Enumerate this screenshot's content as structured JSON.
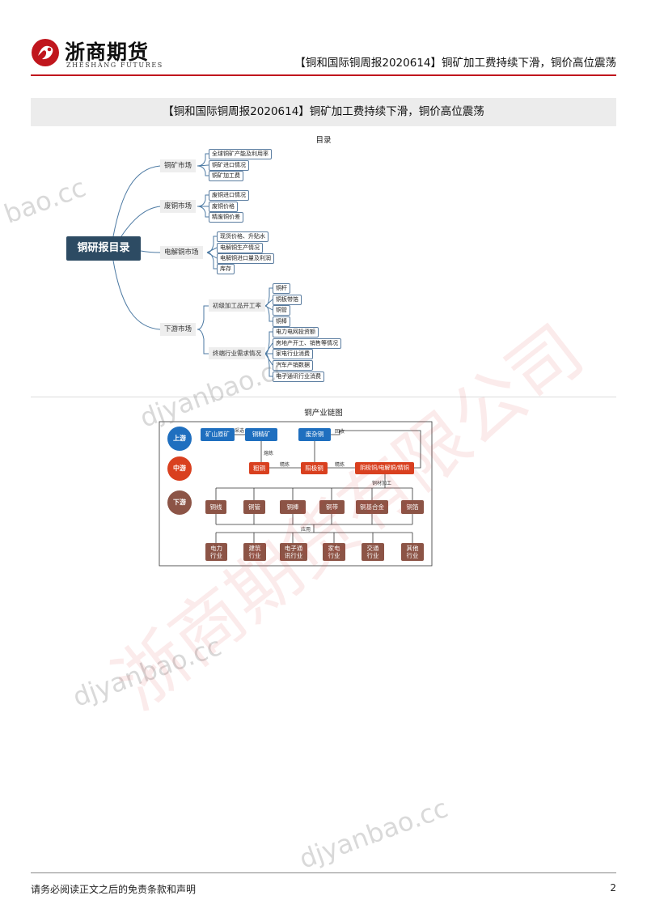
{
  "header": {
    "company_cn": "浙商期货",
    "company_en": "ZHESHANG FUTURES",
    "report_title": "【铜和国际铜周报2020614】铜矿加工费持续下滑，铜价高位震荡",
    "accent_color": "#c0161d"
  },
  "banner": {
    "title": "【铜和国际铜周报2020614】铜矿加工费持续下滑，铜价高位震荡"
  },
  "mindmap": {
    "section_title": "目录",
    "root": "铜研报目录",
    "branches": [
      {
        "label": "铜矿市场",
        "items": [
          "全球铜矿产能及利用率",
          "铜矿进口情况",
          "铜矿加工费"
        ]
      },
      {
        "label": "废铜市场",
        "items": [
          "废铜进口情况",
          "废铜价格",
          "精废铜价差"
        ]
      },
      {
        "label": "电解铜市场",
        "items": [
          "现货价格、升贴水",
          "电解铜生产情况",
          "电解铜进口量及利润",
          "库存"
        ]
      },
      {
        "label": "下游市场",
        "sub": [
          {
            "label": "初级加工品开工率",
            "items": [
              "铜杆",
              "铜板带箔",
              "铜管",
              "铜棒"
            ]
          },
          {
            "label": "终端行业需求情况",
            "items": [
              "电力电网投资额",
              "房地产开工、销售等情况",
              "家电行业消费",
              "汽车产销数据",
              "电子通讯行业消费"
            ]
          }
        ]
      }
    ]
  },
  "chain": {
    "section_title": "铜产业链图",
    "stages": [
      "上游",
      "中游",
      "下游"
    ],
    "upstream": [
      "矿山原矿",
      "铜精矿",
      "废杂铜"
    ],
    "midstream": [
      "粗铜",
      "阳极铜",
      "阴极铜/电解铜/精铜"
    ],
    "downstream": [
      "铜线",
      "铜管",
      "铜棒",
      "铜带",
      "铜基合金",
      "铜箔"
    ],
    "industries": [
      "电力\n行业",
      "建筑\n行业",
      "电子通\n讯行业",
      "家电\n行业",
      "交通\n行业",
      "其他\n行业"
    ],
    "edge_labels": {
      "mining": "采选",
      "smelt": "熔炼",
      "refine1": "精炼",
      "refine2": "精炼",
      "recycle": "回收",
      "process": "铜材加工",
      "apply": "应用"
    },
    "colors": {
      "upstream": "#1f6fbf",
      "midstream": "#d9401f",
      "downstream": "#8c5446"
    }
  },
  "watermarks": {
    "site": "djyanbao.cc",
    "site_partial": "bao.cc",
    "company": "浙商期货有限公司"
  },
  "footer": {
    "disclaimer": "请务必阅读正文之后的免责条款和声明",
    "page": "2"
  }
}
